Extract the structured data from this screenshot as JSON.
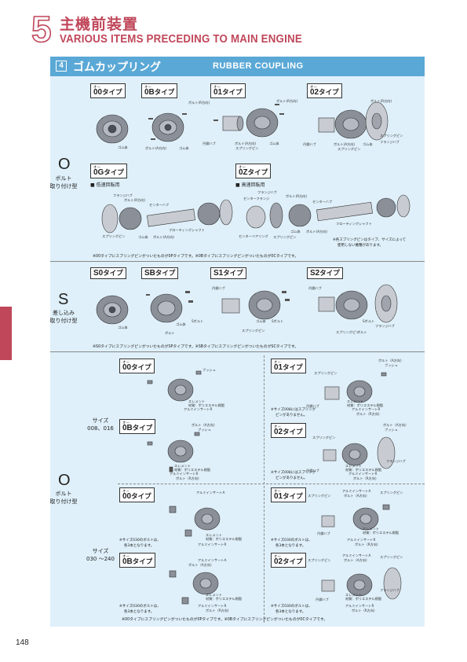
{
  "header": {
    "chapter_number": "5",
    "title_jp": "主機前装置",
    "title_en": "VARIOUS ITEMS PRECEDING TO MAIN ENGINE"
  },
  "section": {
    "number": "4",
    "title_jp": "ゴムカップリング",
    "title_en": "RUBBER COUPLING"
  },
  "page_number": "148",
  "common": {
    "type_suffix": "タイプ",
    "over_mark": "オー"
  },
  "block_o": {
    "letter": "O",
    "mount_label": [
      "ボルト",
      "取り付け型"
    ],
    "types": [
      {
        "code": "00",
        "labels": [
          "ゴム体",
          "ボルト(A方向)",
          "ゴム体"
        ]
      },
      {
        "code": "0B",
        "labels": [
          "ボルト(R方向)",
          "ボルト(A方向)",
          "ゴム体"
        ]
      },
      {
        "code": "01",
        "labels": [
          "ボルト(R方向)",
          "丹鋼ハブ",
          "ボルト(A方向)",
          "スプリングピン",
          "ゴム体"
        ]
      },
      {
        "code": "02",
        "labels": [
          "ボルト(R方向)",
          "スプリングピン",
          "フランジハブ",
          "丹鋼ハブ",
          "ボルト(A方向)",
          "ゴム体",
          "スプリングピン"
        ]
      }
    ],
    "type_0g": {
      "code": "0G",
      "speed": "■ 低速回転用",
      "labels": [
        "フランジハブ",
        "ボルト(R方向)",
        "センターハブ",
        "スプリングピン",
        "フローティングシャフト",
        "ゴム体",
        "ボルト(A方向)"
      ]
    },
    "type_0z": {
      "code": "0Z",
      "speed": "■ 高速回転用",
      "labels": [
        "フランジハブ",
        "センターフランジ",
        "ボルト(R方向)",
        "センターハブ",
        "フローティングシャフト",
        "センターベアリング",
        "ゴム体",
        "スプリングピン",
        "ボルト(A方向)"
      ],
      "note": [
        "※各スプリングピンはタイプ、サイズによって",
        "使用しない機種があります。"
      ]
    },
    "footnote": "※00タイプにスプリングピンがついたものが0Pタイプです。※0Bタイプにスプリングピンがついたものが0Cタイプです。"
  },
  "block_s": {
    "letter": "S",
    "mount_label": [
      "差し込み",
      "取り付け型"
    ],
    "types": [
      {
        "code": "S0",
        "labels": [
          "ゴム体"
        ]
      },
      {
        "code": "SB",
        "labels": [
          "ゴム体",
          "Sボルト",
          "ボルト"
        ]
      },
      {
        "code": "S1",
        "labels": [
          "丹鋼ハブ",
          "スプリングピン",
          "ゴム体",
          "Sボルト"
        ]
      },
      {
        "code": "S2",
        "labels": [
          "丹鋼ハブ",
          "スプリングピン",
          "ボルト",
          "Sボルト",
          "フランジハブ"
        ]
      }
    ],
    "footnote": "※S0タイプにスプリングピンがついたものがSPタイプです。※SBタイプにスプリングピンがついたものがSCタイプです。"
  },
  "block_o2": {
    "letter": "O",
    "mount_label": [
      "ボルト",
      "取り付け型"
    ],
    "size_small": [
      "サイズ",
      "008、016"
    ],
    "size_large": [
      "サイズ",
      "030 〜240"
    ],
    "small": [
      {
        "code": "00",
        "labels": [
          "ブッシュ",
          "エレメント",
          "材質：ポリエステル樹脂",
          "アルミインサートR"
        ]
      },
      {
        "code": "01",
        "labels": [
          "ボルト（A方向）",
          "ブッシュ",
          "スプリングピン",
          "丹鋼ハブ",
          "エレメント",
          "材質：ポリエステル樹脂",
          "アルミインサートR",
          "ボルト（R方向）"
        ],
        "note": [
          "※サイズ008にはスプリング",
          "ピンがありません。"
        ]
      },
      {
        "code": "0B",
        "labels": [
          "ボルト（A方向）",
          "ブッシュ",
          "エレメント",
          "材質：ポリエステル樹脂",
          "アルミインサートR",
          "ボルト（R方向）"
        ]
      },
      {
        "code": "02",
        "labels": [
          "ボルト（A方向）",
          "スプリングピン",
          "ブッシュ",
          "フランジハブ",
          "丹鋼ハブ",
          "エレメント",
          "材質：ポリエステル樹脂",
          "アルミインサートR",
          "ボルト（R方向）"
        ],
        "note": [
          "※サイズ008にはスプリング",
          "ピンがありません。"
        ]
      }
    ],
    "large": [
      {
        "code": "00",
        "labels": [
          "アルミインサートA",
          "エレメント",
          "材質：ポリエステル樹脂",
          "アルミインサートR"
        ],
        "note": [
          "※サイズ030のボルトは、",
          "各3本となります。"
        ]
      },
      {
        "code": "01",
        "labels": [
          "スプリングピン",
          "アルミインサートA",
          "ボルト（A方向）",
          "スプリングピン",
          "丹鋼ハブ",
          "エレメント",
          "材質：ポリエステル樹脂",
          "アルミインサートR",
          "ボルト（R方向）"
        ],
        "note": [
          "※サイズ030のボルトは、",
          "各3本となります。"
        ]
      },
      {
        "code": "0B",
        "labels": [
          "アルミインサートA",
          "ボルト（A方向）",
          "エレメント",
          "材質：ポリエステル樹脂",
          "アルミインサートR",
          "ボルト（R方向）"
        ],
        "note": [
          "※サイズ030のボルトは、",
          "各3本となります。"
        ]
      },
      {
        "code": "02",
        "labels": [
          "スプリングピン",
          "アルミインサートA",
          "ボルト（A方向）",
          "スプリングピン",
          "フランジハブ",
          "丹鋼ハブ",
          "エレメント",
          "材質：ポリエステル樹脂",
          "アルミインサートR",
          "ボルト（R方向）"
        ],
        "note": [
          "※サイズ030のボルトは、",
          "各3本となります。"
        ]
      }
    ],
    "footnote": "※00タイプにスプリングピンがついたものが0Pタイプです。※0Bタイプにスプリングピンがついたものが0Cタイプです。"
  }
}
